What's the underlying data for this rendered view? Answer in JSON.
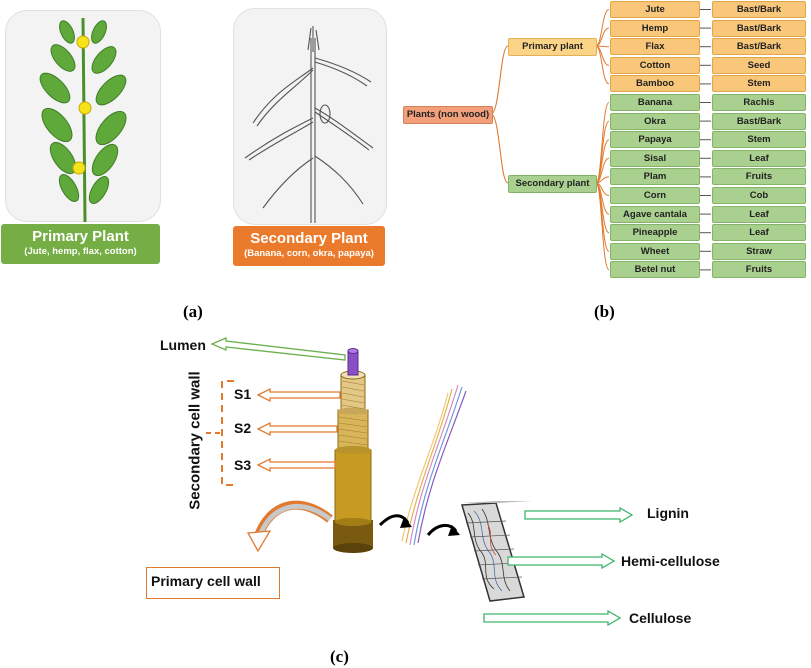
{
  "panel_a": {
    "primary_title": "Primary Plant",
    "primary_sub": "(Jute, hemp, flax, cotton)",
    "secondary_title": "Secondary Plant",
    "secondary_sub": "(Banana, corn, okra, papaya)",
    "caption": "(a)"
  },
  "panel_b": {
    "root": "Plants (non wood)",
    "primary_node": "Primary plant",
    "secondary_node": "Secondary plant",
    "primary_rows": [
      {
        "plant": "Jute",
        "part": "Bast/Bark"
      },
      {
        "plant": "Hemp",
        "part": "Bast/Bark"
      },
      {
        "plant": "Flax",
        "part": "Bast/Bark"
      },
      {
        "plant": "Cotton",
        "part": "Seed"
      },
      {
        "plant": "Bamboo",
        "part": "Stem"
      }
    ],
    "secondary_rows": [
      {
        "plant": "Banana",
        "part": "Rachis"
      },
      {
        "plant": "Okra",
        "part": "Bast/Bark"
      },
      {
        "plant": "Papaya",
        "part": "Stem"
      },
      {
        "plant": "Sisal",
        "part": "Leaf"
      },
      {
        "plant": "Plam",
        "part": "Fruits"
      },
      {
        "plant": "Corn",
        "part": "Cob"
      },
      {
        "plant": "Agave cantala",
        "part": "Leaf"
      },
      {
        "plant": "Pineapple",
        "part": "Leaf"
      },
      {
        "plant": "Wheet",
        "part": "Straw"
      },
      {
        "plant": "Betel nut",
        "part": "Fruits"
      }
    ],
    "caption": "(b)"
  },
  "panel_c": {
    "lumen": "Lumen",
    "secondary_wall": "Secondary cell wall",
    "s1": "S1",
    "s2": "S2",
    "s3": "S3",
    "primary_wall": "Primary cell wall",
    "lignin": "Lignin",
    "hemicellulose": "Hemi-cellulose",
    "cellulose": "Cellulose",
    "caption": "(c)"
  }
}
